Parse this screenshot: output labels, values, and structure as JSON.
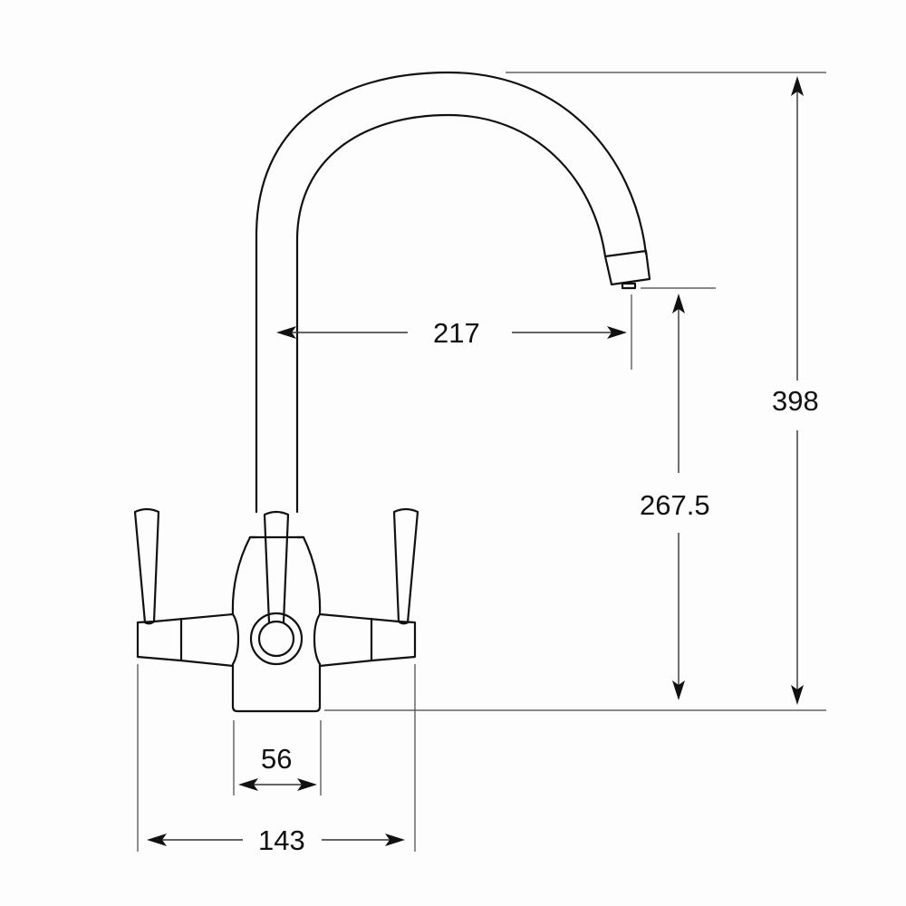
{
  "diagram": {
    "subject": "Dual-lever kitchen mixer tap with swan-neck spout",
    "units": "mm",
    "colors": {
      "line": "#111111",
      "background": "#fdfdfd"
    },
    "dimensions": {
      "spout_reach": {
        "value": "217",
        "orientation": "horizontal"
      },
      "spout_outlet_height": {
        "value": "267.5",
        "orientation": "vertical"
      },
      "overall_height": {
        "value": "398",
        "orientation": "vertical"
      },
      "base_width": {
        "value": "56",
        "orientation": "horizontal"
      },
      "overall_width": {
        "value": "143",
        "orientation": "horizontal"
      }
    },
    "parts": [
      "spout",
      "aerator",
      "body",
      "left-lever",
      "center-lever",
      "right-lever",
      "left-arm",
      "right-arm",
      "center-ring"
    ]
  }
}
